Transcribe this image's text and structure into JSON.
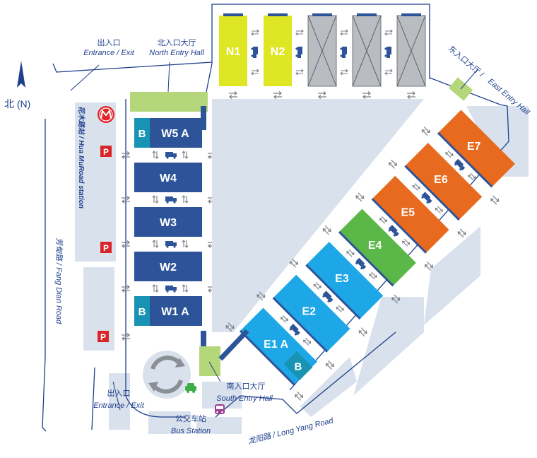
{
  "colors": {
    "west_hall": "#2d5499",
    "east_blue": "#1ea7e6",
    "east_green": "#5cb749",
    "east_orange": "#e86a1e",
    "north_yellow": "#dfe624",
    "north_gray": "#b9bcc0",
    "entry_hall": "#b5d77c",
    "ground": "#d9e1ec",
    "text": "#1f3f8c",
    "parking": "#d9252a",
    "metro": "#e3262b",
    "teal_b": "#1893b3"
  },
  "compass": {
    "label": "北 (N)"
  },
  "labels": {
    "entrance_top_cn": "出入口",
    "entrance_top_en": "Entrance / Exit",
    "north_hall_cn": "北入口大厅",
    "north_hall_en": "North Entry Hall",
    "east_hall_cn": "东入口大厅 /",
    "east_hall_en": "East Entry Hall",
    "metro_station": "花木路站 / Hua MuRoad station",
    "fang_dian_road": "芳甸路 / Fang Dian Road",
    "entrance_bottom_cn": "出入口",
    "entrance_bottom_en": "Entrance / Exit",
    "bus_station_cn": "公交车站",
    "bus_station_en": "Bus Station",
    "south_hall_cn": "南入口大厅",
    "south_hall_en": "South Entry Hall",
    "long_yang_road": "龙阳路 / Long Yang Road"
  },
  "parking_label": "P",
  "west_halls": [
    {
      "id": "w5a",
      "label": "W5 A",
      "badge": "B"
    },
    {
      "id": "w4",
      "label": "W4",
      "badge": ""
    },
    {
      "id": "w3",
      "label": "W3",
      "badge": ""
    },
    {
      "id": "w2",
      "label": "W2",
      "badge": ""
    },
    {
      "id": "w1a",
      "label": "W1 A",
      "badge": "B"
    }
  ],
  "north_halls": [
    {
      "id": "n1",
      "label": "N1",
      "status": "active"
    },
    {
      "id": "n2",
      "label": "N2",
      "status": "active"
    },
    {
      "id": "n3",
      "label": "",
      "status": "closed"
    },
    {
      "id": "n4",
      "label": "",
      "status": "closed"
    },
    {
      "id": "n5",
      "label": "",
      "status": "closed"
    }
  ],
  "east_halls": [
    {
      "id": "e1a",
      "label": "E1 A",
      "badge": "B",
      "color": "blue"
    },
    {
      "id": "e2",
      "label": "E2",
      "badge": "",
      "color": "blue"
    },
    {
      "id": "e3",
      "label": "E3",
      "badge": "",
      "color": "blue"
    },
    {
      "id": "e4",
      "label": "E4",
      "badge": "",
      "color": "green"
    },
    {
      "id": "e5",
      "label": "E5",
      "badge": "",
      "color": "orange"
    },
    {
      "id": "e6",
      "label": "E6",
      "badge": "",
      "color": "orange"
    },
    {
      "id": "e7",
      "label": "E7",
      "badge": "",
      "color": "orange"
    }
  ]
}
